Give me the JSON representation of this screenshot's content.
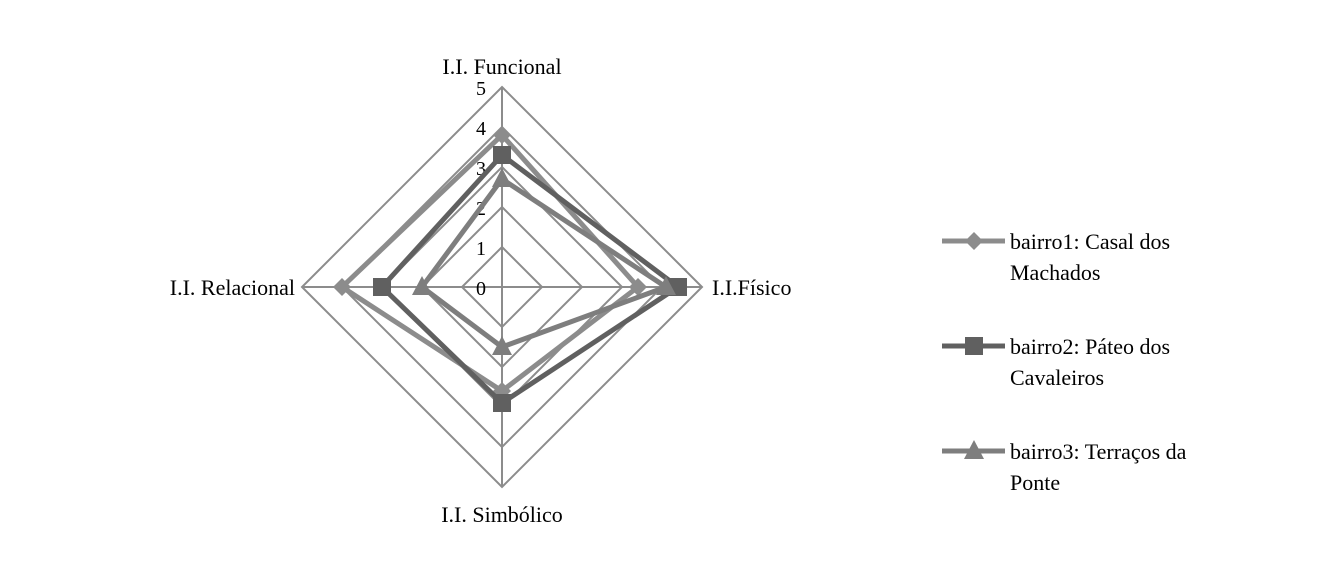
{
  "chart_data": {
    "type": "radar",
    "title": "",
    "axes": [
      "I.I. Funcional",
      "I.I.Físico",
      "I.I. Simbólico",
      "I.I. Relacional"
    ],
    "rlim": [
      0,
      5
    ],
    "ticks": [
      "0",
      "1",
      "2",
      "3",
      "4",
      "5"
    ],
    "grid": true,
    "legend_position": "right",
    "series": [
      {
        "name": "bairro1: Casal dos Machados",
        "legend_lines": [
          "bairro1: Casal dos",
          "Machados"
        ],
        "marker": "diamond",
        "color": "#8c8c8c",
        "values": [
          3.8,
          3.4,
          2.6,
          4.0
        ]
      },
      {
        "name": "bairro2: Páteo dos Cavaleiros",
        "legend_lines": [
          "bairro2: Páteo dos",
          "Cavaleiros"
        ],
        "marker": "square",
        "color": "#606060",
        "values": [
          3.3,
          4.4,
          2.9,
          3.0
        ]
      },
      {
        "name": "bairro3: Terraços da Ponte",
        "legend_lines": [
          "bairro3: Terraços da",
          "Ponte"
        ],
        "marker": "triangle",
        "color": "#7e7e7e",
        "values": [
          2.7,
          4.1,
          1.5,
          2.0
        ]
      }
    ]
  }
}
